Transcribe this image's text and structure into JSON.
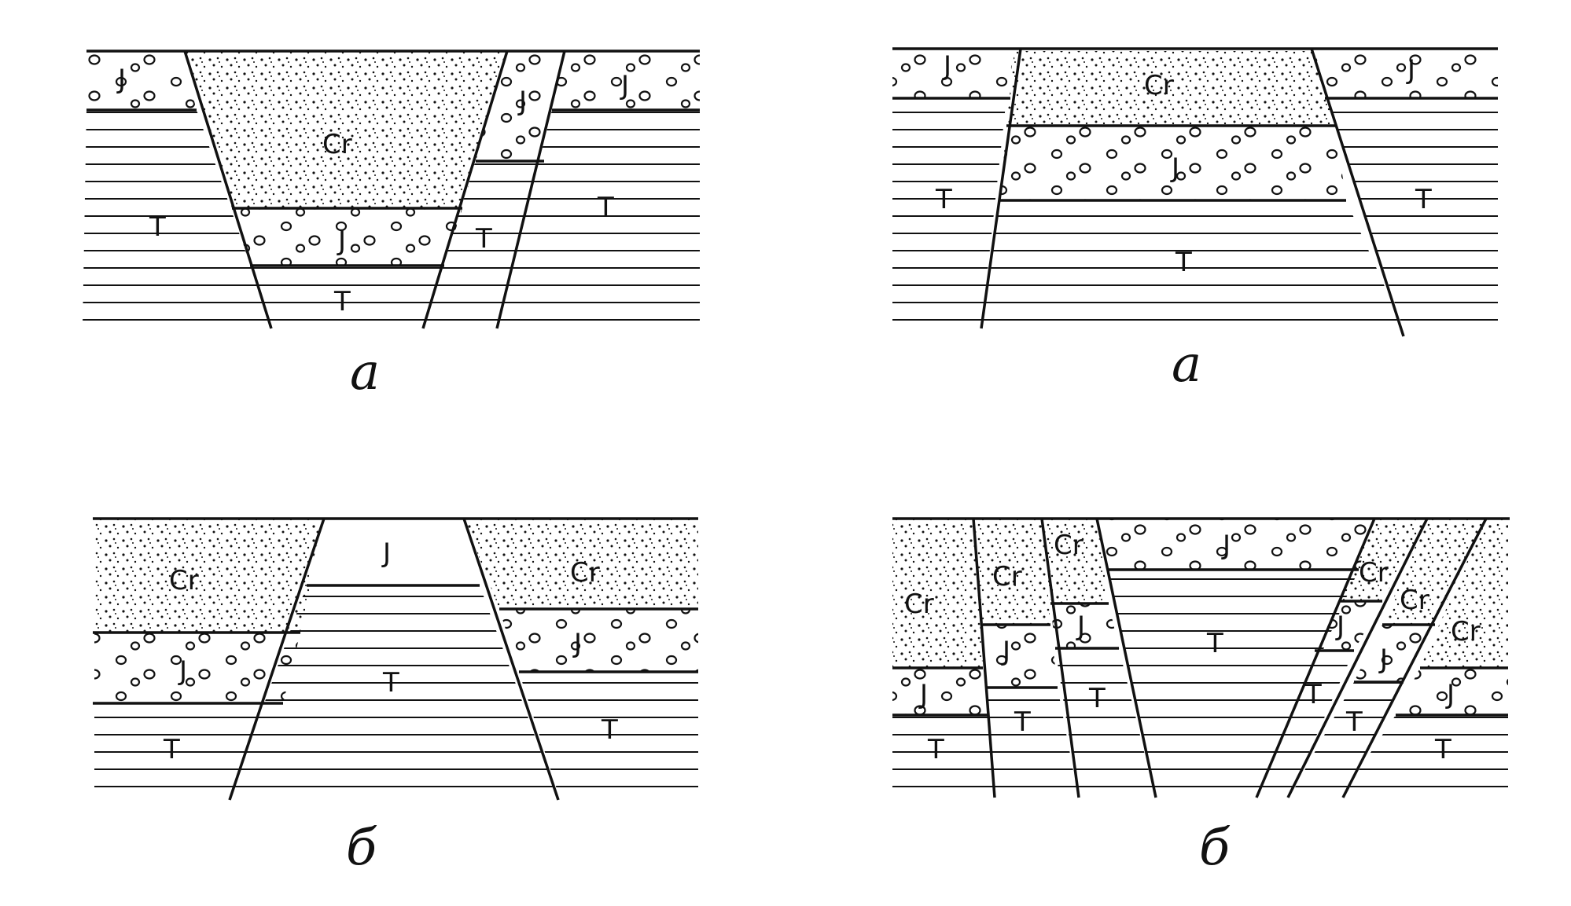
{
  "colors": {
    "ink": "#111111",
    "paper": "#ffffff"
  },
  "units": {
    "cretaceous": "Cr",
    "jurassic": "J",
    "triassic": "T"
  },
  "captions": {
    "top_left": "а",
    "top_right": "а",
    "bottom_left": "б",
    "bottom_right": "б"
  }
}
